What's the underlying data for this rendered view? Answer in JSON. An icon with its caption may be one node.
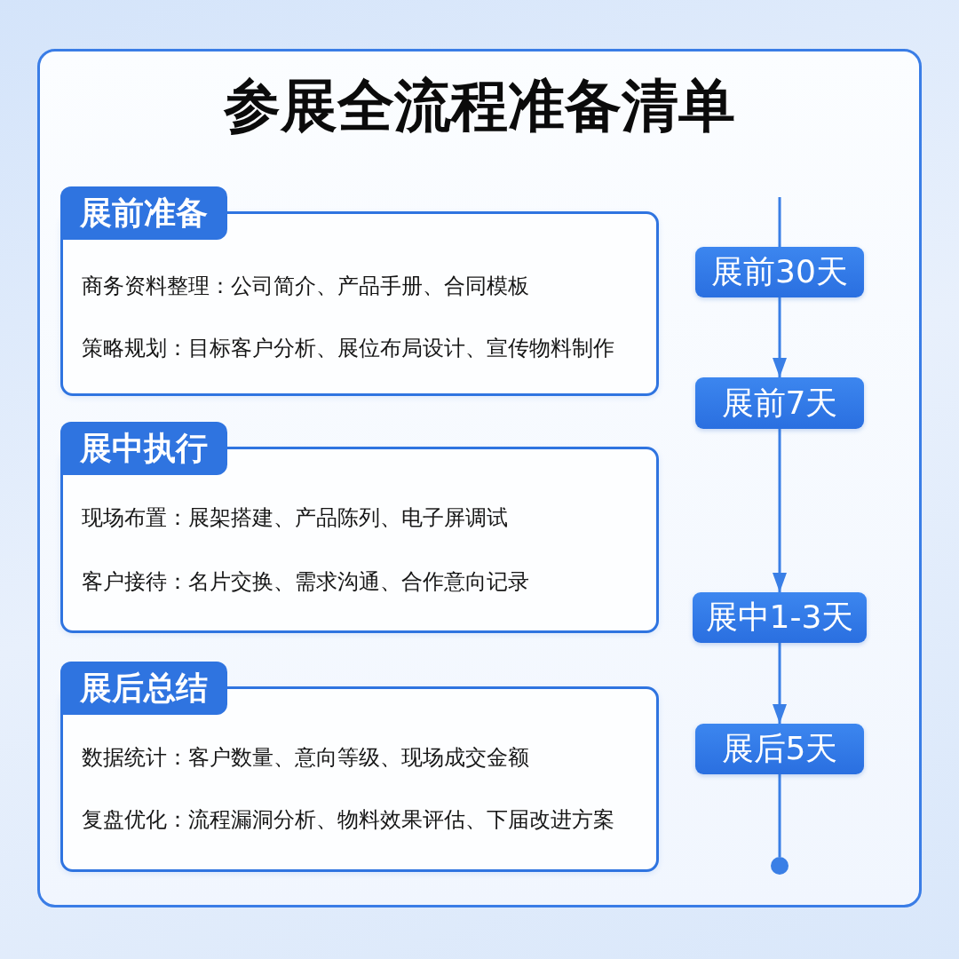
{
  "diagram": {
    "title": "参展全流程准备清单",
    "nodes": [
      {
        "text": [
          "展前准备",
          "商务资料整理：公司简介、产品手册、合同模板",
          "策略规划：目标客户分析、展位布局设计、宣传物料制作"
        ]
      },
      {
        "text": [
          "展中执行",
          "现场布置：展架搭建、产品陈列、电子屏调试",
          "客户接待：名片交换、需求沟通、合作意向记录"
        ]
      },
      {
        "text": [
          "展后总结",
          "数据统计：客户数量、意向等级、现场成交金额",
          "复盘优化：流程漏洞分析、物料效果评估、下届改进方案"
        ]
      },
      {
        "text": [
          "展前30天"
        ]
      },
      {
        "text": [
          "展前7天"
        ]
      },
      {
        "text": [
          "展中1-3天"
        ]
      },
      {
        "text": [
          "展后5天"
        ]
      },
      {
        "text": [],
        "shape": "circle"
      }
    ],
    "edges": [
      {
        "from": null,
        "to": 3,
        "arrow": "none"
      },
      {
        "from": 3,
        "to": 4,
        "arrow": "to"
      },
      {
        "from": 4,
        "to": 5,
        "arrow": "to"
      },
      {
        "from": 5,
        "to": 6,
        "arrow": "to"
      },
      {
        "from": 6,
        "to": 7,
        "arrow": "none"
      }
    ]
  }
}
